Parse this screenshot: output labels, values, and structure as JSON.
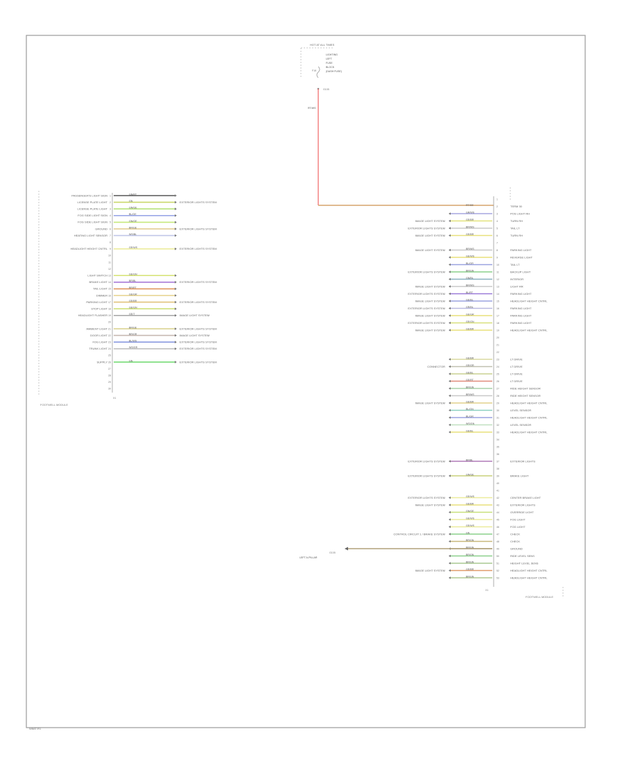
{
  "page_id": "W8AT-R1",
  "left_module": {
    "name": "FOOTWELL MODULE",
    "connector": "X1",
    "rows": [
      {
        "pin": "1",
        "func": "PASSENGER'S LIGHT SIGN",
        "wire": "GN/RT",
        "dest": "",
        "color": "#555555"
      },
      {
        "pin": "2",
        "func": "LICENSE PLATE LIGHT",
        "wire": "GN",
        "dest": "EXTERIOR LIGHTS SYSTEM",
        "color": "#c9d86a"
      },
      {
        "pin": "3",
        "func": "LICENSE PLATE LIGHT",
        "wire": "GN/GE",
        "dest": "",
        "color": "#b7e27a"
      },
      {
        "pin": "4",
        "func": "FOG SIDE LIGHT SIGN",
        "wire": "BL/GE",
        "dest": "",
        "color": "#9aa7e6"
      },
      {
        "pin": "5",
        "func": "FOG SIDE LIGHT SIGN",
        "wire": "GN/GE",
        "dest": "",
        "color": "#c6e87a"
      },
      {
        "pin": "6",
        "func": "GROUND",
        "wire": "BR/GE",
        "dest": "EXTERIOR LIGHTS SYSTEM",
        "color": "#e0c98a"
      },
      {
        "pin": "7",
        "func": "HEATING LIGHT SENSOR",
        "wire": "WS/BL",
        "dest": "",
        "color": "#c0c6e8"
      },
      {
        "pin": "8",
        "func": "",
        "wire": "",
        "dest": "",
        "color": ""
      },
      {
        "pin": "9",
        "func": "HEADLIGHT HEIGHT CNTRL",
        "wire": "GE/WS",
        "dest": "EXTERIOR LIGHTS SYSTEM",
        "color": "#ecec9c"
      },
      {
        "pin": "10",
        "func": "",
        "wire": "",
        "dest": "",
        "color": ""
      },
      {
        "pin": "11",
        "func": "",
        "wire": "",
        "dest": "",
        "color": ""
      },
      {
        "pin": "12",
        "func": "",
        "wire": "",
        "dest": "",
        "color": ""
      },
      {
        "pin": "13",
        "func": "LIGHT SWITCH",
        "wire": "GE/GN",
        "dest": "",
        "color": "#d8e47a"
      },
      {
        "pin": "14",
        "func": "BRAKE LIGHT",
        "wire": "BR/BL",
        "dest": "EXTERIOR LIGHTS SYSTEM",
        "color": "#a87ad8"
      },
      {
        "pin": "15",
        "func": "TAIL LIGHT",
        "wire": "BR/RT",
        "dest": "",
        "color": "#e0965e"
      },
      {
        "pin": "16",
        "func": "DIMMER",
        "wire": "GE/GR",
        "dest": "",
        "color": "#e6d28a"
      },
      {
        "pin": "17",
        "func": "PARKING LIGHT",
        "wire": "GE/BR",
        "dest": "EXTERIOR LIGHTS SYSTEM",
        "color": "#e0c27a"
      },
      {
        "pin": "18",
        "func": "STOP LIGHT",
        "wire": "GE/GN",
        "dest": "",
        "color": "#cfe07a"
      },
      {
        "pin": "19",
        "func": "HEADLIGHT FLASHER",
        "wire": "GE/T",
        "dest": "IMAGE LIGHT SYSTEM",
        "color": "#aaaaaa"
      },
      {
        "pin": "20",
        "func": "",
        "wire": "",
        "dest": "",
        "color": ""
      },
      {
        "pin": "21",
        "func": "AMBIENT LIGHT",
        "wire": "BR/GE",
        "dest": "EXTERIOR LIGHTS SYSTEM",
        "color": "#d8d08a"
      },
      {
        "pin": "22",
        "func": "DOOR LIGHT",
        "wire": "BR/GR",
        "dest": "IMAGE LIGHT SYSTEM",
        "color": "#c6b8b0"
      },
      {
        "pin": "23",
        "func": "FOG LIGHT",
        "wire": "BL/WS",
        "dest": "EXTERIOR LIGHTS SYSTEM",
        "color": "#8a9ae0"
      },
      {
        "pin": "24",
        "func": "TRUNK LIGHT",
        "wire": "WS/GR",
        "dest": "EXTERIOR LIGHTS SYSTEM",
        "color": "#c0c0c0"
      },
      {
        "pin": "25",
        "func": "",
        "wire": "",
        "dest": "",
        "color": ""
      },
      {
        "pin": "26",
        "func": "SUPPLY",
        "wire": "GN",
        "dest": "EXTERIOR LIGHTS SYSTEM",
        "color": "#6ad86a"
      },
      {
        "pin": "27",
        "func": "",
        "wire": "",
        "dest": "",
        "color": ""
      },
      {
        "pin": "28",
        "func": "",
        "wire": "",
        "dest": "",
        "color": ""
      },
      {
        "pin": "29",
        "func": "",
        "wire": "",
        "dest": "",
        "color": ""
      },
      {
        "pin": "30",
        "func": "",
        "wire": "",
        "dest": "",
        "color": ""
      }
    ]
  },
  "fuse": {
    "title": "HOT AT ALL TIMES",
    "lines": [
      "LIGHTING",
      "LEFT",
      "FUSE",
      "BLOCK",
      "(DASH FUSE)"
    ],
    "fuse_label": "F18",
    "wire_label": "RT/WS",
    "wire_color": "#f07070"
  },
  "feed_wire": {
    "color": "#d6a36a",
    "label": "RT/GE"
  },
  "right_module": {
    "name": "FOOTWELL MODULE",
    "connector": "X1",
    "rows": [
      {
        "pin": "1",
        "func": "",
        "wire": "",
        "src": "",
        "color": ""
      },
      {
        "pin": "2",
        "func": "TERM 30",
        "wire": "RT/GE",
        "src": "",
        "color": "#d6a36a"
      },
      {
        "pin": "3",
        "func": "POS LIGHT RH",
        "wire": "GR/WS",
        "src": "",
        "color": "#a6a6e0"
      },
      {
        "pin": "4",
        "func": "TURN RH",
        "wire": "GE/BR",
        "src": "IMAGE LIGHT SYSTEM",
        "color": "#e2e27a"
      },
      {
        "pin": "5",
        "func": "TAIL LT",
        "wire": "BR/WS",
        "src": "EXTERIOR LIGHTS SYSTEM",
        "color": "#c8c8c8"
      },
      {
        "pin": "6",
        "func": "TURN RH",
        "wire": "GE/BR",
        "src": "IMAGE LIGHT SYSTEM",
        "color": "#e8e07a"
      },
      {
        "pin": "7",
        "func": "",
        "wire": "",
        "src": "",
        "color": ""
      },
      {
        "pin": "8",
        "func": "PARKING LIGHT",
        "wire": "BR/WS",
        "src": "IMAGE LIGHT SYSTEM",
        "color": "#c8c8c8"
      },
      {
        "pin": "9",
        "func": "REVERSE LIGHT",
        "wire": "GE/WS",
        "src": "",
        "color": "#e8e07a"
      },
      {
        "pin": "10",
        "func": "TAIL LT",
        "wire": "BL/GR",
        "src": "",
        "color": "#9aa2e0"
      },
      {
        "pin": "11",
        "func": "BACKUP LIGHT",
        "wire": "BR/GN",
        "src": "EXTERIOR LIGHTS SYSTEM",
        "color": "#8ad08a"
      },
      {
        "pin": "12",
        "func": "INTERIOR",
        "wire": "GN/BL",
        "src": "",
        "color": "#8ab0c0"
      },
      {
        "pin": "13",
        "func": "LIGHT RR",
        "wire": "BR/WS",
        "src": "IMAGE LIGHT SYSTEM",
        "color": "#c8c8c8"
      },
      {
        "pin": "14",
        "func": "PARKING LIGHT",
        "wire": "BL/RT",
        "src": "EXTERIOR LIGHTS SYSTEM",
        "color": "#9a7ad8"
      },
      {
        "pin": "15",
        "func": "HEADLIGHT HEIGHT CNTRL",
        "wire": "GE/BL",
        "src": "IMAGE LIGHT SYSTEM",
        "color": "#9aa2e0"
      },
      {
        "pin": "16",
        "func": "PARKING LIGHT",
        "wire": "GR/BL",
        "src": "EXTERIOR LIGHTS SYSTEM",
        "color": "#b8b8e0"
      },
      {
        "pin": "17",
        "func": "PARKING LIGHT",
        "wire": "GE/GR",
        "src": "IMAGE LIGHT SYSTEM",
        "color": "#e8e07a"
      },
      {
        "pin": "18",
        "func": "PARKING LIGHT",
        "wire": "GE/GN",
        "src": "EXTERIOR LIGHTS SYSTEM",
        "color": "#d8e07a"
      },
      {
        "pin": "19",
        "func": "HEADLIGHT HEIGHT CNTRL",
        "wire": "GE/BR",
        "src": "IMAGE LIGHT SYSTEM",
        "color": "#e8e07a"
      },
      {
        "pin": "20",
        "func": "",
        "wire": "",
        "src": "",
        "color": ""
      },
      {
        "pin": "21",
        "func": "",
        "wire": "",
        "src": "",
        "color": ""
      },
      {
        "pin": "22",
        "func": "",
        "wire": "",
        "src": "",
        "color": ""
      },
      {
        "pin": "23",
        "func": "LT DRIVE",
        "wire": "GE/BR",
        "src": "",
        "color": "#d8d8a0"
      },
      {
        "pin": "24",
        "func": "LT DRIVE",
        "wire": "GE/GR",
        "src": "CONNECTOR",
        "color": "#c0c0b0"
      },
      {
        "pin": "25",
        "func": "LT DRIVE",
        "wire": "GE/BL",
        "src": "",
        "color": "#c8d090"
      },
      {
        "pin": "26",
        "func": "LT DRIVE",
        "wire": "GE/RT",
        "src": "",
        "color": "#e08a7a"
      },
      {
        "pin": "27",
        "func": "RIDE HEIGHT SENSOR",
        "wire": "BR/GN",
        "src": "",
        "color": "#a8d0a8"
      },
      {
        "pin": "28",
        "func": "RIDE HEIGHT SENSOR",
        "wire": "BR/WS",
        "src": "",
        "color": "#c8c8c8"
      },
      {
        "pin": "29",
        "func": "HEADLIGHT HEIGHT CNTRL",
        "wire": "GE/BR",
        "src": "IMAGE LIGHT SYSTEM",
        "color": "#e2d08a"
      },
      {
        "pin": "30",
        "func": "LEVEL SENSOR",
        "wire": "BL/GN",
        "src": "",
        "color": "#8ad0c0"
      },
      {
        "pin": "31",
        "func": "HEADLIGHT HEIGHT CNTRL",
        "wire": "BL/GR",
        "src": "",
        "color": "#9aa2e0"
      },
      {
        "pin": "32",
        "func": "LEVEL SENSOR",
        "wire": "WS/GN",
        "src": "",
        "color": "#c0e0c0"
      },
      {
        "pin": "33",
        "func": "HEADLIGHT HEIGHT CNTRL",
        "wire": "GE/BL",
        "src": "",
        "color": "#e8e07a"
      },
      {
        "pin": "34",
        "func": "",
        "wire": "",
        "src": "",
        "color": ""
      },
      {
        "pin": "35",
        "func": "",
        "wire": "",
        "src": "",
        "color": ""
      },
      {
        "pin": "36",
        "func": "",
        "wire": "",
        "src": "",
        "color": ""
      },
      {
        "pin": "37",
        "func": "EXTERIOR LIGHTS",
        "wire": "BR/BL",
        "src": "EXTERIOR LIGHTS SYSTEM",
        "color": "#b07ab8"
      },
      {
        "pin": "38",
        "func": "",
        "wire": "",
        "src": "",
        "color": ""
      },
      {
        "pin": "39",
        "func": "BRAKE LIGHT",
        "wire": "GN/GE",
        "src": "EXTERIOR LIGHTS SYSTEM",
        "color": "#c8d07a"
      },
      {
        "pin": "40",
        "func": "",
        "wire": "",
        "src": "",
        "color": ""
      },
      {
        "pin": "41",
        "func": "",
        "wire": "",
        "src": "",
        "color": ""
      },
      {
        "pin": "42",
        "func": "CENTER BRAKE LIGHT",
        "wire": "GE/WS",
        "src": "EXTERIOR LIGHTS SYSTEM",
        "color": "#ecec9c"
      },
      {
        "pin": "43",
        "func": "EXTERIOR LIGHTS",
        "wire": "GE/BR",
        "src": "IMAGE LIGHT SYSTEM",
        "color": "#e8e07a"
      },
      {
        "pin": "44",
        "func": "OVERRIDE LIGHT",
        "wire": "GN/GE",
        "src": "",
        "color": "#c8e07a"
      },
      {
        "pin": "45",
        "func": "FOG LIGHT",
        "wire": "GE/WS",
        "src": "",
        "color": "#ecec9c"
      },
      {
        "pin": "46",
        "func": "FOG LIGHT",
        "wire": "GE/WS",
        "src": "",
        "color": "#ecec9c"
      },
      {
        "pin": "47",
        "func": "CHECK",
        "wire": "GN",
        "src": "CONTROL CIRCUIT 1 / BRAKE SYSTEM",
        "color": "#8ad08a"
      },
      {
        "pin": "48",
        "func": "CHECK",
        "wire": "BR/GN",
        "src": "",
        "color": "#c8b87a"
      },
      {
        "pin": "49",
        "func": "GROUND",
        "wire": "BR/GN",
        "src": "",
        "color": "#b0a07a"
      },
      {
        "pin": "50",
        "func": "RIDE LEVEL SENS",
        "wire": "BR/GN",
        "src": "",
        "color": "#8ad08a"
      },
      {
        "pin": "51",
        "func": "HEIGHT LEVEL SENS",
        "wire": "BR/GN",
        "src": "",
        "color": "#a8c890"
      },
      {
        "pin": "52",
        "func": "HEADLIGHT HEIGHT CNTRL",
        "wire": "GE/BR",
        "src": "IMAGE LIGHT SYSTEM",
        "color": "#e09a6a"
      },
      {
        "pin": "53",
        "func": "HEADLIGHT HEIGHT CNTRL",
        "wire": "BR/GN",
        "src": "",
        "color": "#b0c890"
      }
    ]
  },
  "ground": {
    "label": "G105",
    "location": "LEFT A-PILLAR"
  }
}
